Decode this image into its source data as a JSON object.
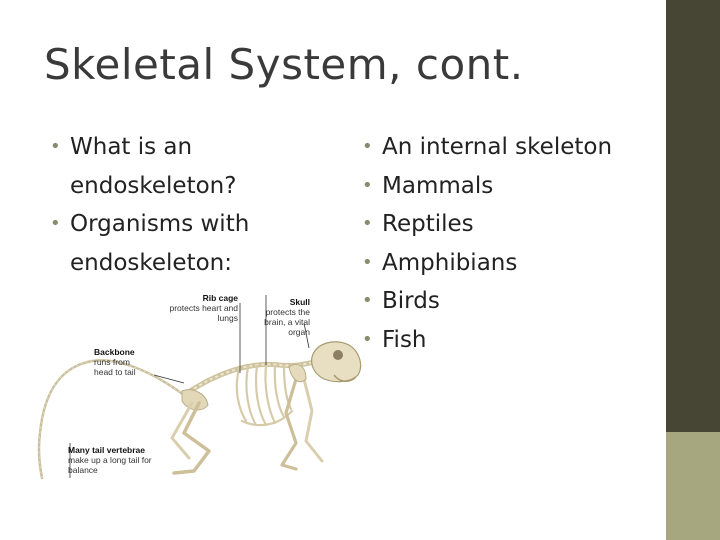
{
  "slide": {
    "title": "Skeletal System, cont.",
    "accent_colors": {
      "sidebar": "#474634",
      "sidebar_block": "#a6a77e",
      "bullet": "#8a8b6c"
    }
  },
  "left_bullets": [
    "What is an endoskeleton?",
    "Organisms with endoskeleton:"
  ],
  "right_bullets": [
    "An internal skeleton",
    "Mammals",
    "Reptiles",
    "Amphibians",
    "Birds",
    "Fish"
  ],
  "figure": {
    "icon": "rat-skeleton-illustration",
    "callouts": {
      "rib_cage": {
        "title": "Rib cage",
        "desc": "protects heart and lungs"
      },
      "skull": {
        "title": "Skull",
        "desc": "protects the brain, a vital organ"
      },
      "backbone": {
        "title": "Backbone",
        "desc": "runs from head to tail"
      },
      "tail": {
        "title": "Many tail vertebrae",
        "desc": "make up a long tail for balance"
      }
    }
  }
}
